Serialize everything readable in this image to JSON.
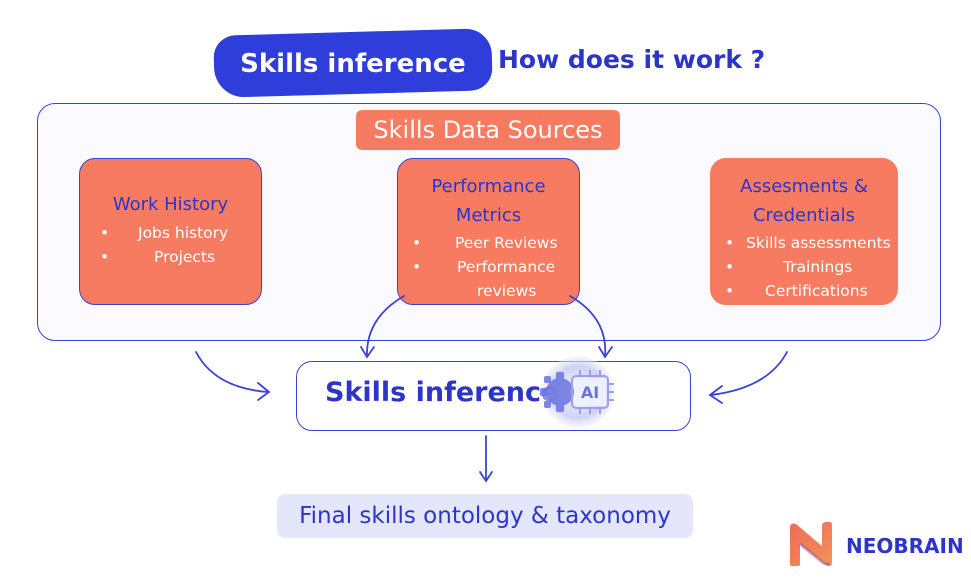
{
  "header": {
    "pill_label": "Skills inference",
    "question": "How does it work ?"
  },
  "sources": {
    "title": "Skills Data Sources",
    "cards": [
      {
        "title_lines": [
          "Work History"
        ],
        "bullets": [
          "Jobs history",
          "Projects"
        ]
      },
      {
        "title_lines": [
          "Performance",
          "Metrics"
        ],
        "bullets": [
          "Peer Reviews",
          "Performance",
          "reviews"
        ]
      },
      {
        "title_lines": [
          "Assesments &",
          "Credentials"
        ],
        "bullets": [
          "Skills assessments",
          "Trainings",
          "Certifications"
        ]
      }
    ]
  },
  "inference": {
    "label": "Skills inference",
    "chip_label": "AI",
    "chip_icon": "ai-chip-icon"
  },
  "final": {
    "label": "Final skills ontology & taxonomy"
  },
  "brand": {
    "name": "NEOBRAIN",
    "logo_icon": "neobrain-n-logo"
  },
  "colors": {
    "primary_blue": "#2f3ddb",
    "coral": "#f67b60",
    "light_lavender": "#e4e6fb"
  }
}
